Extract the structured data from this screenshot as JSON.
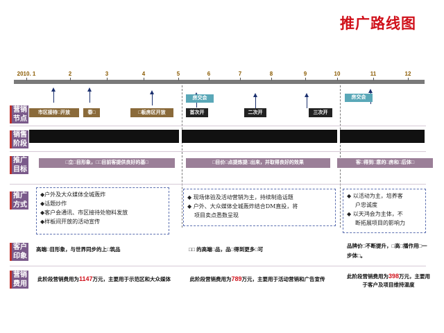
{
  "title": "推广路线图",
  "axis": {
    "ticks": [
      {
        "label": "2010. 1"
      },
      {
        "label": "2"
      },
      {
        "label": "3"
      },
      {
        "label": "4"
      },
      {
        "label": "5"
      },
      {
        "label": "6"
      },
      {
        "label": "7"
      },
      {
        "label": "8"
      },
      {
        "label": "9"
      },
      {
        "label": "10"
      },
      {
        "label": "11"
      },
      {
        "label": "12"
      }
    ]
  },
  "phases": [
    {
      "label": "房交会"
    },
    {
      "label": "房交会"
    }
  ],
  "rows": {
    "nodes": {
      "label": "营销\n节点",
      "items": [
        "市区接待□开放",
        "春□",
        "□板房区开放",
        "首次开",
        "二次开",
        "三次开"
      ]
    },
    "sales": {
      "label": "销售\n阶段"
    },
    "goals": {
      "label": "推广\n目标",
      "items": [
        "□立□目形象，□□目前客提供良好的基□",
        "□目价□点提炼提□出来，并取得良好的效果",
        "客□得到□意的□房和□后体□"
      ]
    },
    "methods": {
      "label": "推广\n方式",
      "col1": [
        "◆户外及大众媒体全城轰炸",
        "◆话题炒作",
        "◆客户会通讯、市区接待处物料发放",
        "◆样板间开放的活动宣传"
      ],
      "col2": [
        "◆ 现场体验及活动营销为主，持续制造话题",
        "◆ 户外、大众媒体全城轰炸结合DM直投，将",
        "项目卖点悉数呈现"
      ],
      "col3": [
        "◆ 以活动为主，培养客",
        "户忠诚度",
        "◆ 以天鸿会为主体，不",
        "断拓展项目的影响力"
      ]
    },
    "image": {
      "label": "客户\n印象",
      "col1": "高端□目形象，与世界同步的上□筑品",
      "col2": "□□ 的高端□品，品□得到更多□可",
      "col3": "品牌价□不断提升，□高□播作用□一步体□。"
    },
    "cost": {
      "label": "营销\n费用",
      "col1": {
        "pre": "此阶段营销费用为",
        "amount": "1147",
        "post": "万元，主要用于示范区和大众媒体"
      },
      "col2": {
        "pre": "此阶段营销费用为",
        "amount": "789",
        "post": "万元，主要用于活动营销和广告宣传"
      },
      "col3": {
        "pre": "此阶段营销费用为",
        "amount": "398",
        "post": "万元，主要用于客户及项目维持温度"
      }
    }
  }
}
